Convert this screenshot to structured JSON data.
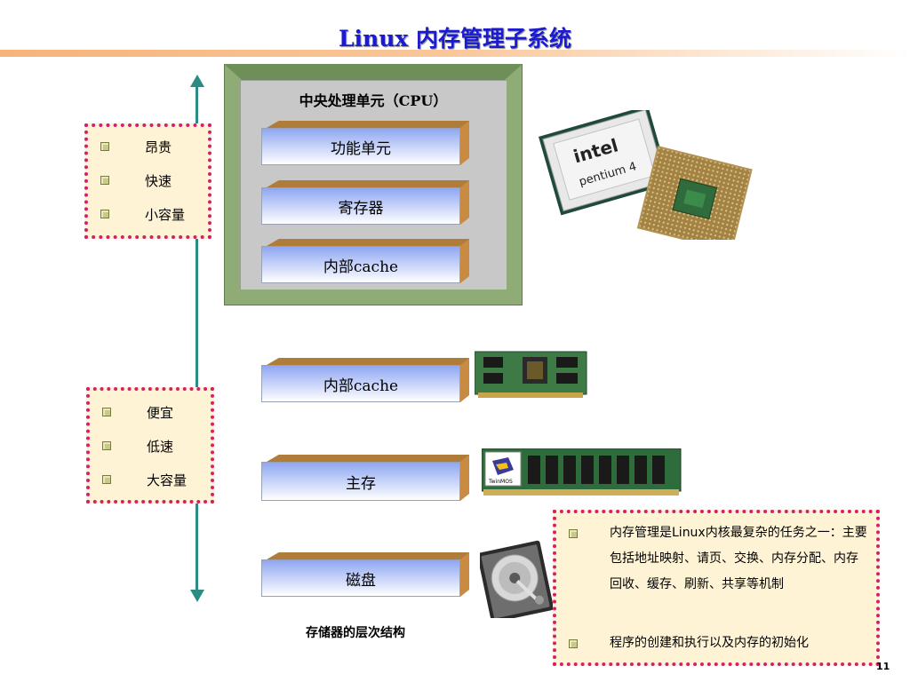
{
  "title": "Linux 内存管理子系统",
  "left_top_box": [
    "昂贵",
    "快速",
    "小容量"
  ],
  "left_bottom_box": [
    "便宜",
    "低速",
    "大容量"
  ],
  "cpu": {
    "label": "中央处理单元（CPU）",
    "units": [
      "功能单元",
      "寄存器",
      "内部cache"
    ]
  },
  "external_units": [
    "内部cache",
    "主存",
    "磁盘"
  ],
  "caption": "存储器的层次结构",
  "notes": [
    "内存管理是Linux内核最复杂的任务之一：主要包括地址映射、请页、交换、内存分配、内存回收、缓存、刷新、共享等机制",
    "程序的创建和执行以及内存的初始化"
  ],
  "images": {
    "cpu_chip_brand": "intel",
    "cpu_chip_model": "pentium 4",
    "ram_module_brand": "TwinMOS"
  },
  "colors": {
    "title": "#1a1ad0",
    "arrow": "#2a8c82",
    "box_border": "#d4206a",
    "box_fill": "#fff3d6",
    "cpu_frame": "#8fac76"
  },
  "page_number": "11"
}
